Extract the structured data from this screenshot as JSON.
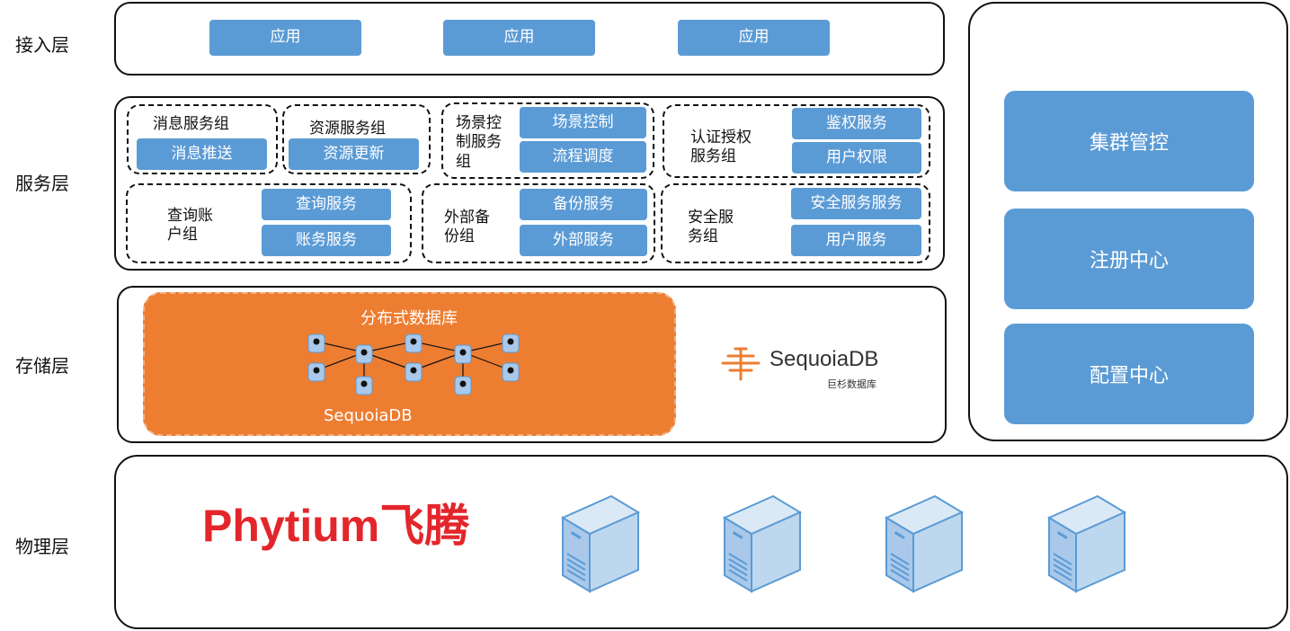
{
  "layers": {
    "access": "接入层",
    "service": "服务层",
    "storage": "存储层",
    "physical": "物理层"
  },
  "access": {
    "apps": [
      "应用",
      "应用",
      "应用"
    ]
  },
  "service": {
    "msg_group": {
      "title": "消息服务组",
      "items": [
        "消息推送"
      ]
    },
    "res_group": {
      "title": "资源服务组",
      "items": [
        "资源更新"
      ]
    },
    "scene_group": {
      "title_lines": [
        "场景控",
        "制服务",
        "组"
      ],
      "items": [
        "场景控制",
        "流程调度"
      ]
    },
    "auth_group": {
      "title_lines": [
        "认证授权",
        "服务组"
      ],
      "items": [
        "鉴权服务",
        "用户权限"
      ]
    },
    "query_group": {
      "title_lines": [
        "查询账",
        "户组"
      ],
      "items": [
        "查询服务",
        "账务服务"
      ]
    },
    "backup_group": {
      "title_lines": [
        "外部备",
        "份组"
      ],
      "items": [
        "备份服务",
        "外部服务"
      ]
    },
    "security_group": {
      "title_lines": [
        "安全服",
        "务组"
      ],
      "items": [
        "安全服务服务",
        "用户服务"
      ]
    }
  },
  "storage": {
    "db_title": "分布式数据库",
    "db_name": "SequoiaDB",
    "logo_name": "SequoiaDB",
    "logo_sub": "巨杉数据库"
  },
  "side": {
    "items": [
      "集群管控",
      "注册中心",
      "配置中心"
    ]
  },
  "physical": {
    "brand_latin": "Phytium",
    "brand_cn": "飞腾"
  },
  "colors": {
    "blue_button": "#5b9bd5",
    "orange_db": "#ed7d31",
    "phytium_red": "#e3262b",
    "server_blue": "#bdd7ee"
  }
}
